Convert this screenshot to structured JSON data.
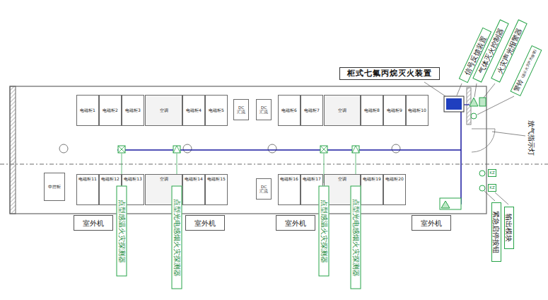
{
  "diagram": {
    "nodes": [
      {
        "text": [
          "电磁柜1"
        ]
      },
      {
        "text": [
          "电磁柜2"
        ]
      },
      {
        "text": [
          "电磁柜3"
        ]
      },
      {
        "text": [
          "空调"
        ]
      },
      {
        "text": [
          "电磁柜4"
        ]
      },
      {
        "text": [
          "电磁柜5"
        ]
      },
      {
        "text": [
          "DC 汇流"
        ]
      },
      {
        "text": [
          "DC 汇流"
        ]
      },
      {
        "text": [
          "电磁柜6"
        ]
      },
      {
        "text": [
          "电磁柜7"
        ]
      },
      {
        "text": [
          "空调"
        ]
      },
      {
        "text": [
          "电磁柜8"
        ]
      },
      {
        "text": [
          "电磁柜9"
        ]
      },
      {
        "text": [
          "电磁柜10"
        ]
      },
      {
        "text": [
          "中控柜"
        ]
      },
      {
        "text": [
          "电磁柜11"
        ]
      },
      {
        "text": [
          "电磁柜12"
        ]
      },
      {
        "text": [
          "电磁柜13"
        ]
      },
      {
        "text": [
          "空调"
        ]
      },
      {
        "text": [
          "电磁柜14"
        ]
      },
      {
        "text": [
          "电磁柜15"
        ]
      },
      {
        "text": [
          "DC 汇流"
        ]
      },
      {
        "text": [
          "电磁柜16"
        ]
      },
      {
        "text": [
          "电磁柜17"
        ]
      },
      {
        "text": [
          "空调"
        ]
      },
      {
        "text": [
          "电磁柜19"
        ]
      },
      {
        "text": [
          "电磁柜20"
        ]
      },
      {
        "text": [
          "室外机"
        ]
      },
      {
        "text": [
          "室外机"
        ]
      },
      {
        "text": [
          "室外机"
        ]
      },
      {
        "text": [
          "室外机"
        ]
      },
      {
        "text": [
          "柜式七氟丙烷灭火装置"
        ]
      },
      {
        "text": [
          "信号反馈装置"
        ]
      },
      {
        "text": [
          "气体灭火控制器"
        ]
      },
      {
        "text": [
          "火灾声光报警器"
        ]
      },
      {
        "text": [
          "警铃",
          "(提示火灾声光报警)"
        ]
      },
      {
        "text": [
          "放气指示灯"
        ]
      },
      {
        "text": [
          "紧急启停按钮"
        ]
      },
      {
        "text": [
          "输出模块"
        ]
      },
      {
        "text": [
          "点型感温火灾探测器"
        ]
      },
      {
        "text": [
          "点型光电感烟火灾探测器"
        ]
      },
      {
        "text": [
          "点型感温火灾探测器"
        ]
      },
      {
        "text": [
          "点型光电感烟火灾探测器"
        ]
      },
      {
        "text": [
          "KZ"
        ]
      },
      {
        "text": [
          "KZ"
        ]
      }
    ]
  }
}
